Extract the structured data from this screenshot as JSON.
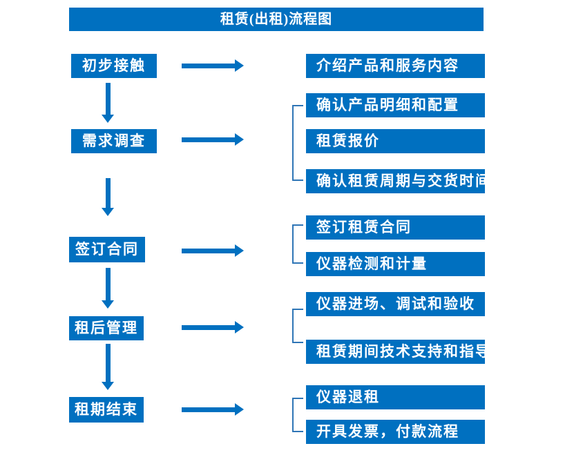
{
  "title": "租赁(出租)流程图",
  "colors": {
    "primary_blue": "#0070C0",
    "bracket_blue": "#2E75B6",
    "text": "#FFFFFF",
    "background": "#FFFFFF"
  },
  "flow": [
    {
      "step": "初步接触",
      "details": [
        "介绍产品和服务内容"
      ]
    },
    {
      "step": "需求调查",
      "details": [
        "确认产品明细和配置",
        "租赁报价",
        "确认租赁周期与交货时间"
      ]
    },
    {
      "step": "签订合同",
      "details": [
        "签订租赁合同",
        "仪器检测和计量"
      ]
    },
    {
      "step": "租后管理",
      "details": [
        "仪器进场、调试和验收",
        "租赁期间技术支持和指导"
      ]
    },
    {
      "step": "租期结束",
      "details": [
        "仪器退租",
        "开具发票，付款流程"
      ]
    }
  ]
}
